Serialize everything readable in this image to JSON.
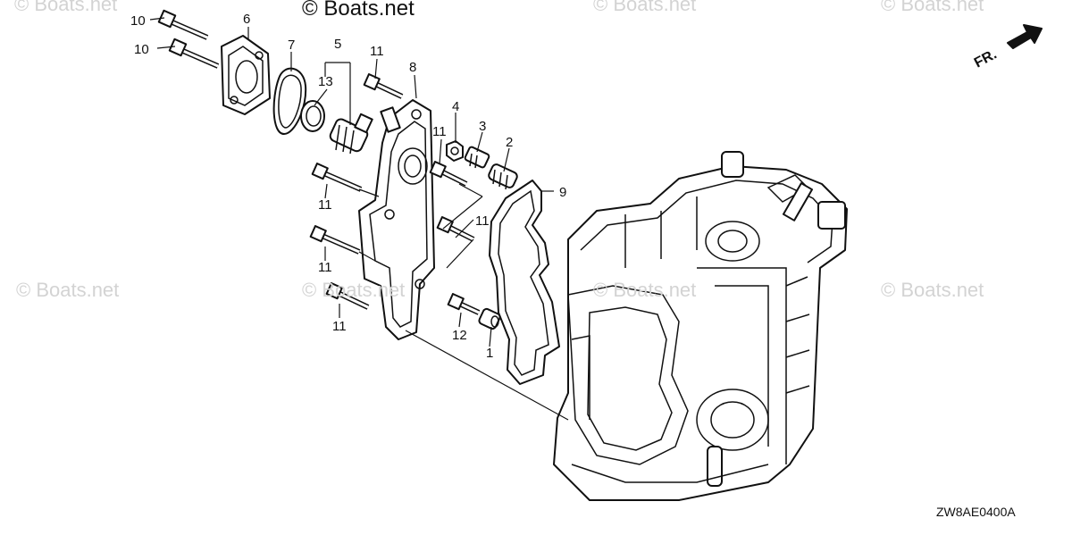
{
  "watermarks": {
    "main": "© Boats.net",
    "faint": "© Boats.net"
  },
  "diagram_code": "ZW8AE0400A",
  "direction_label": "FR.",
  "callouts": {
    "c10a": "10",
    "c10b": "10",
    "c6": "6",
    "c7": "7",
    "c5": "5",
    "c13": "13",
    "c11a": "11",
    "c8": "8",
    "c4": "4",
    "c3": "3",
    "c11b": "11",
    "c2": "2",
    "c9": "9",
    "c11c": "11",
    "c11d": "11",
    "c11e": "11",
    "c11f": "11",
    "c12": "12",
    "c1": "1"
  }
}
